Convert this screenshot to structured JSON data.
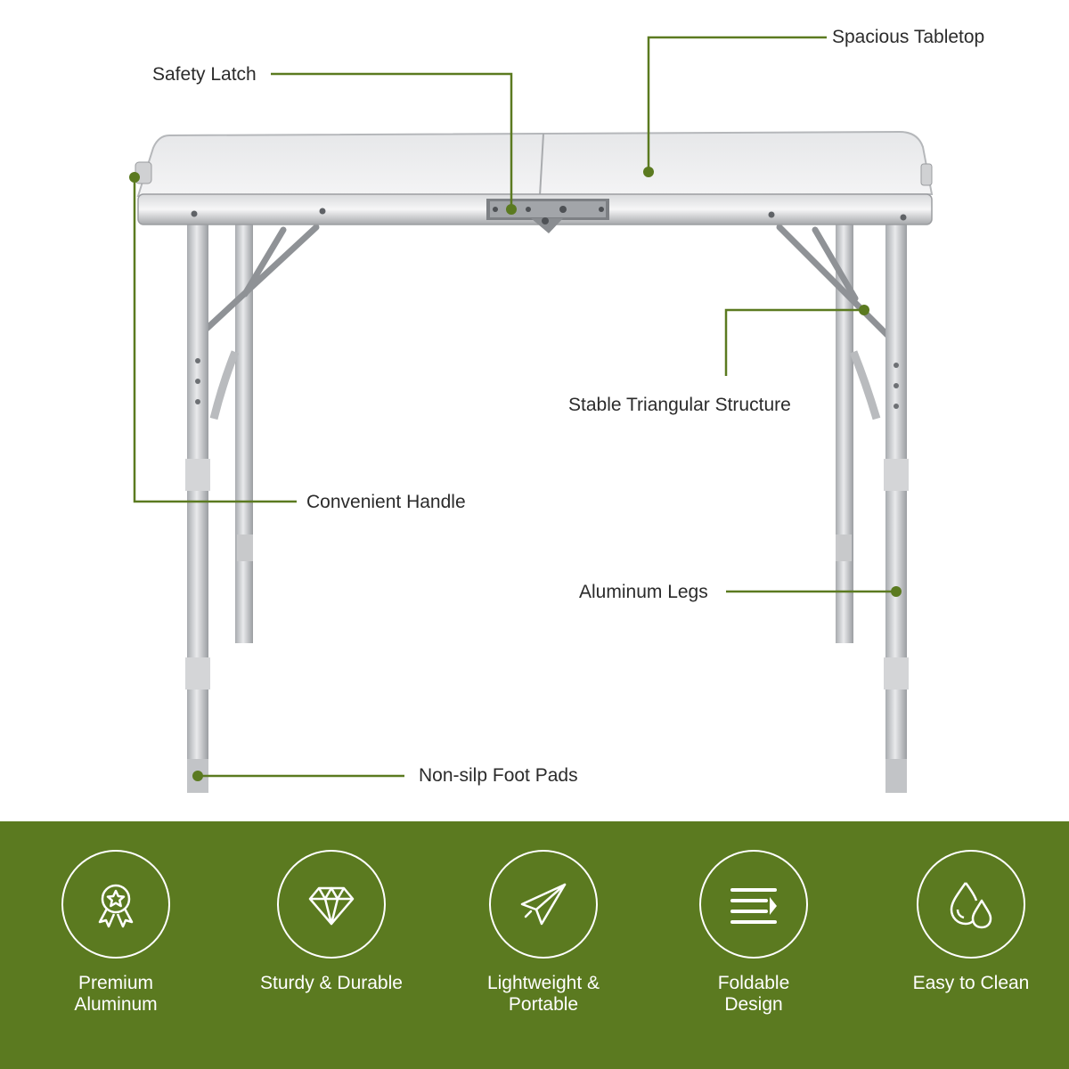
{
  "accent_color": "#5b7a20",
  "line_color": "#5b7a20",
  "callouts": {
    "spacious_tabletop": "Spacious Tabletop",
    "safety_latch": "Safety Latch",
    "stable_triangular_structure": "Stable Triangular Structure",
    "convenient_handle": "Convenient Handle",
    "aluminum_legs": "Aluminum Legs",
    "non_slip_foot_pads": "Non-silp Foot Pads"
  },
  "features": [
    {
      "icon": "award-ribbon-icon",
      "label_line1": "Premium",
      "label_line2": "Aluminum"
    },
    {
      "icon": "diamond-icon",
      "label_line1": "Sturdy & Durable",
      "label_line2": ""
    },
    {
      "icon": "paper-plane-icon",
      "label_line1": "Lightweight &",
      "label_line2": "Portable"
    },
    {
      "icon": "fold-lines-icon",
      "label_line1": "Foldable",
      "label_line2": "Design"
    },
    {
      "icon": "water-drops-icon",
      "label_line1": "Easy to Clean",
      "label_line2": ""
    }
  ]
}
